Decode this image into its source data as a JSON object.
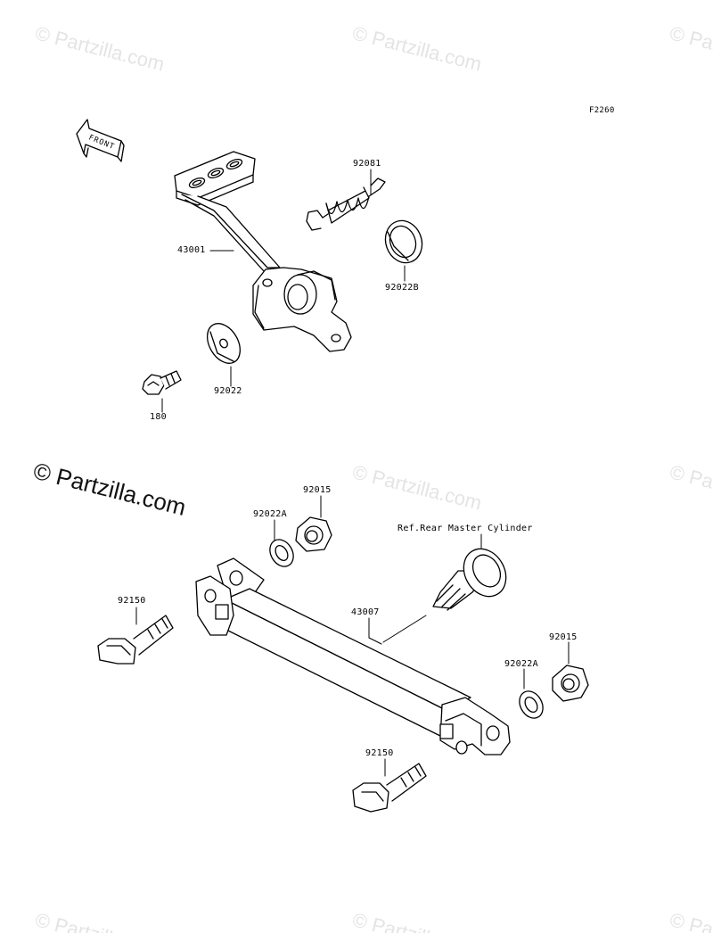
{
  "diagram_code": "F2260",
  "front_arrow": {
    "text": "FRONT"
  },
  "watermark": {
    "primary": "© Partzilla.com",
    "repeat": "© Partzilla.com"
  },
  "parts": [
    {
      "number": "43001"
    },
    {
      "number": "92081"
    },
    {
      "number": "92022B"
    },
    {
      "number": "92022"
    },
    {
      "number": "180"
    },
    {
      "number": "92015"
    },
    {
      "number": "92022A"
    },
    {
      "number": "92150"
    },
    {
      "number": "43007"
    },
    {
      "number": "92022A"
    },
    {
      "number": "92015"
    },
    {
      "number": "92150"
    }
  ],
  "reference_note": "Ref.Rear Master Cylinder"
}
